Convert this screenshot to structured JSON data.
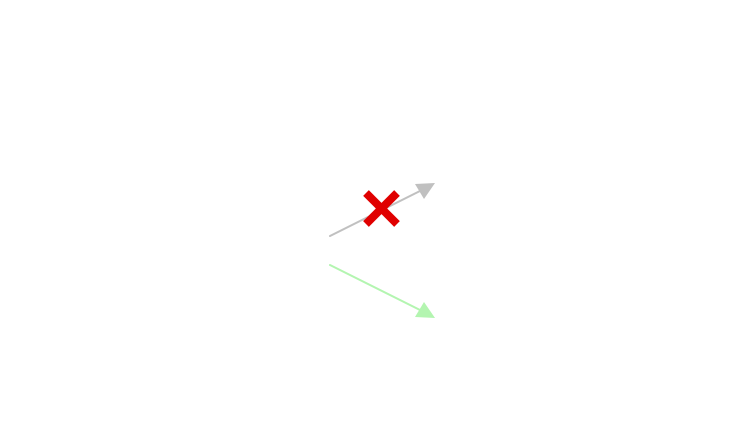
{
  "diagram": {
    "arrows": [
      {
        "id": "upper",
        "color": "#c0c0c0",
        "status": "rejected",
        "marker": "cross-mark-icon"
      },
      {
        "id": "lower",
        "color": "#b3f5b0",
        "status": "accepted"
      }
    ],
    "marker_color": "#e00000"
  }
}
